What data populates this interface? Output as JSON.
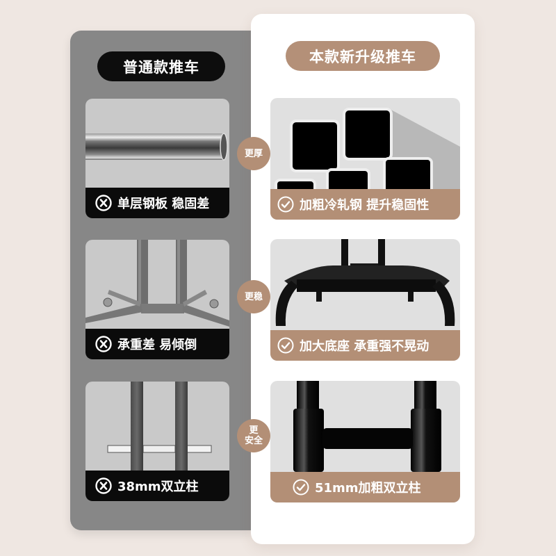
{
  "old_product": {
    "title": "普通款推车",
    "features": [
      {
        "label": "单层钢板 稳固差",
        "icon": "x-circle-icon",
        "image": "thin round steel tube"
      },
      {
        "label": "承重差 易倾倒",
        "icon": "x-circle-icon",
        "image": "four-leg caster base"
      },
      {
        "label": "38mm双立柱",
        "icon": "x-circle-icon",
        "image": "thin double column with shelf bracket"
      }
    ]
  },
  "new_product": {
    "title": "本款新升级推车",
    "features": [
      {
        "label": "加粗冷轧钢 提升稳固性",
        "icon": "check-circle-icon",
        "image": "stacked square steel tubes"
      },
      {
        "label": "加大底座 承重强不晃动",
        "icon": "check-circle-icon",
        "image": "wide black base with casters"
      },
      {
        "label": "51mm加粗双立柱",
        "icon": "check-circle-icon",
        "image": "thick black double column with crossbar"
      }
    ]
  },
  "badges": [
    {
      "text": "更厚"
    },
    {
      "text": "更稳"
    },
    {
      "line1": "更",
      "line2": "安全"
    }
  ],
  "colors": {
    "background": "#efe7e2",
    "old_panel": "#878787",
    "new_panel": "#ffffff",
    "accent_brown": "#b38f76",
    "old_label": "#0b0b0b"
  }
}
